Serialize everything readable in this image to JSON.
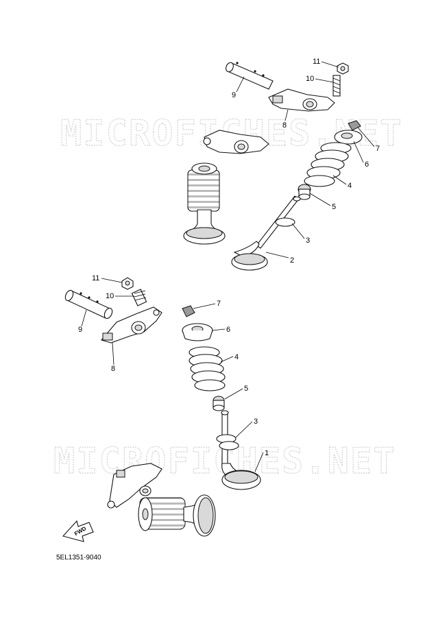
{
  "watermark": "MICROFICHES.NET",
  "drawing_code": "5EL1351-9040",
  "fwd_label": "FWD",
  "upper_callouts": {
    "c11": "11",
    "c10": "10",
    "c9": "9",
    "c8": "8",
    "c7": "7",
    "c6": "6",
    "c5": "5",
    "c4": "4",
    "c3": "3",
    "c2": "2"
  },
  "lower_callouts": {
    "c11": "11",
    "c10": "10",
    "c9": "9",
    "c8": "8",
    "c7": "7",
    "c6": "6",
    "c5": "5",
    "c4": "4",
    "c3": "3",
    "c1": "1"
  }
}
